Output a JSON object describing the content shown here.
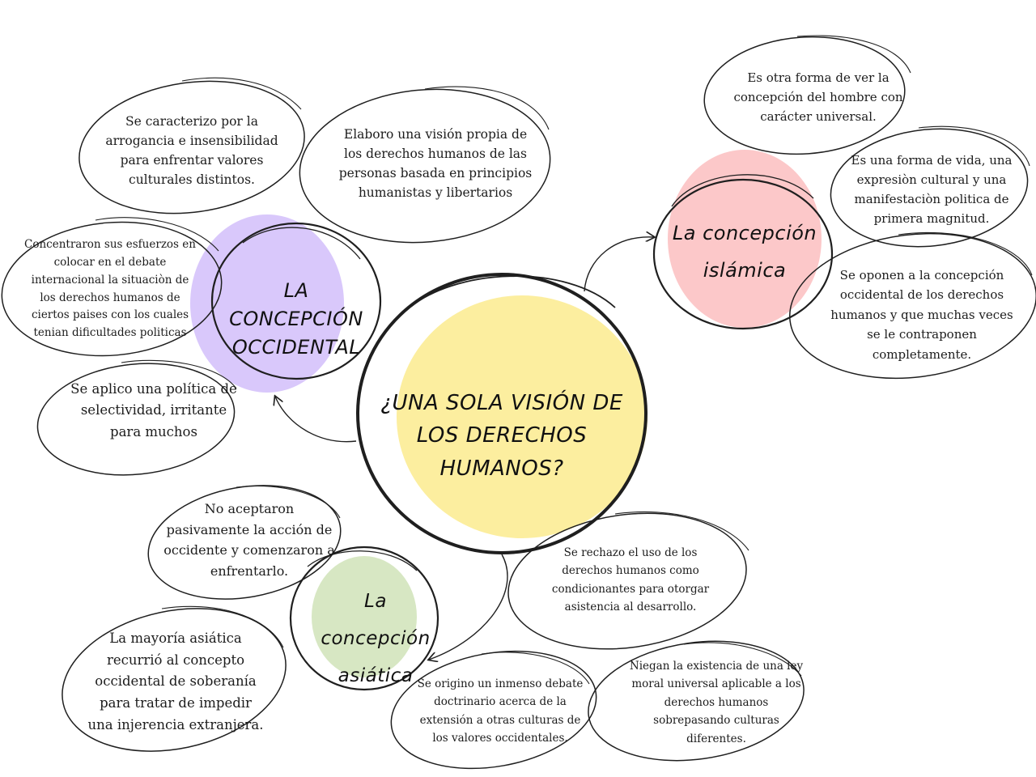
{
  "colors": {
    "center_blob": "#fcee9f",
    "occidental_blob": "#d9c8fb",
    "islamica_blob": "#fcc8c9",
    "asiatica_blob": "#d7e7c3",
    "stroke": "#1f1f1f"
  },
  "center": {
    "title": "¿UNA SOLA VISIÓN DE LOS DERECHOS HUMANOS?"
  },
  "occidental": {
    "title": "LA CONCEPCIÓN OCCIDENTAL",
    "notes": [
      "Se caracterizo por la arrogancia e insensibilidad para enfrentar valores culturales distintos.",
      "Elaboro una visión propia de los derechos humanos de las personas basada en principios humanistas y libertarios",
      "Concentraron sus esfuerzos en colocar en el debate internacional la situaciòn de los derechos humanos de ciertos paises con los cuales tenian dificultades politicas",
      "Se aplico una política de selectividad, irritante para muchos"
    ]
  },
  "islamica": {
    "title": "La concepción islámica",
    "notes": [
      "Es otra forma de ver la concepción del hombre con carácter universal.",
      "Es una forma de vida, una expresiòn cultural y una manifestaciòn politica de primera magnitud.",
      "Se oponen a la concepción occidental de los derechos humanos y que muchas veces se le contraponen completamente."
    ]
  },
  "asiatica": {
    "title": "La concepción asiática",
    "notes": [
      "No aceptaron pasivamente la acción de occidente y comenzaron a enfrentarlo.",
      "La mayoría asiática recurrió al concepto occidental de soberanía para tratar de impedir una injerencia extranjera.",
      "Se rechazo el uso de los derechos humanos como condicionantes para otorgar asistencia al desarrollo.",
      "Se origino un inmenso debate doctrinario acerca de la extensión a otras culturas de los valores occidentales.",
      "Niegan la existencia de una ley moral universal aplicable a los derechos humanos sobrepasando culturas diferentes."
    ]
  }
}
